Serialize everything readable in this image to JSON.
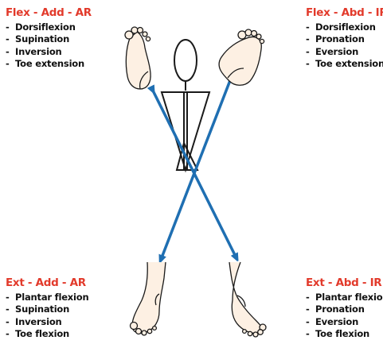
{
  "diagram": {
    "quadrants": {
      "top_left": {
        "title": "Flex - Add - AR",
        "items": [
          "Dorsiflexion",
          "Supination",
          "Inversion",
          "Toe extension"
        ]
      },
      "top_right": {
        "title": "Flex - Abd - IR",
        "items": [
          "Dorsiflexion",
          "Pronation",
          "Eversion",
          "Toe extension"
        ]
      },
      "bottom_left": {
        "title": "Ext - Add - AR",
        "items": [
          "Plantar flexion",
          "Supination",
          "Inversion",
          "Toe flexion"
        ]
      },
      "bottom_right": {
        "title": "Ext - Abd - IR",
        "items": [
          "Plantar flexion",
          "Pronation",
          "Eversion",
          "Toe flexion"
        ]
      }
    },
    "colors": {
      "title": "#e23a2b",
      "arrow": "#1f6fb2",
      "skin": "#fdf0e3",
      "outline": "#1a1a1a"
    }
  }
}
